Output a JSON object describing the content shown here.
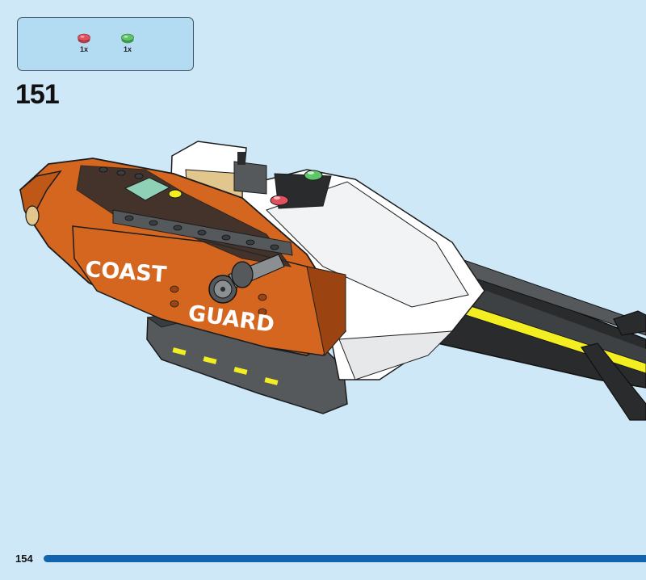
{
  "parts_callout": {
    "items": [
      {
        "color": "#e0505e",
        "quantity": "1x",
        "icon": "round-tile-trans-red-icon"
      },
      {
        "color": "#5fc46a",
        "quantity": "1x",
        "icon": "round-tile-trans-green-icon"
      }
    ]
  },
  "step": {
    "number": "151"
  },
  "model": {
    "hull_text_top": "COAST",
    "hull_text_bottom": "GUARD",
    "colors": {
      "hull": "#d5661f",
      "hull_dark": "#9b4411",
      "white": "#ffffff",
      "dark_grey": "#55595c",
      "black": "#2a2b2c",
      "yellow": "#f2ee22"
    }
  },
  "footer": {
    "page_number": "154",
    "bar_color": "#1164ae"
  }
}
